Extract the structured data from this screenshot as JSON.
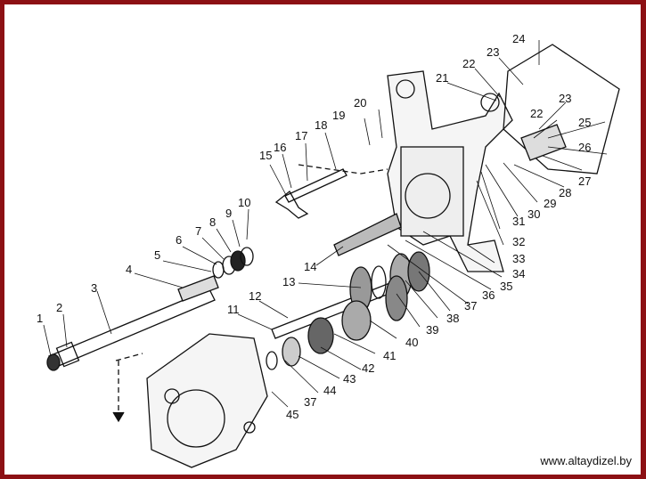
{
  "diagram": {
    "labels": [
      "1",
      "2",
      "3",
      "4",
      "5",
      "6",
      "7",
      "8",
      "9",
      "10",
      "11",
      "12",
      "13",
      "14",
      "15",
      "16",
      "17",
      "18",
      "19",
      "20",
      "21",
      "22",
      "23",
      "24",
      "23",
      "22",
      "25",
      "26",
      "27",
      "28",
      "29",
      "30",
      "31",
      "32",
      "33",
      "34",
      "35",
      "36",
      "37",
      "38",
      "39",
      "40",
      "41",
      "42",
      "43",
      "44",
      "37",
      "45"
    ],
    "watermark": "www.altaydizel.by"
  },
  "colors": {
    "border": "#8c1014",
    "ink": "#111111"
  }
}
